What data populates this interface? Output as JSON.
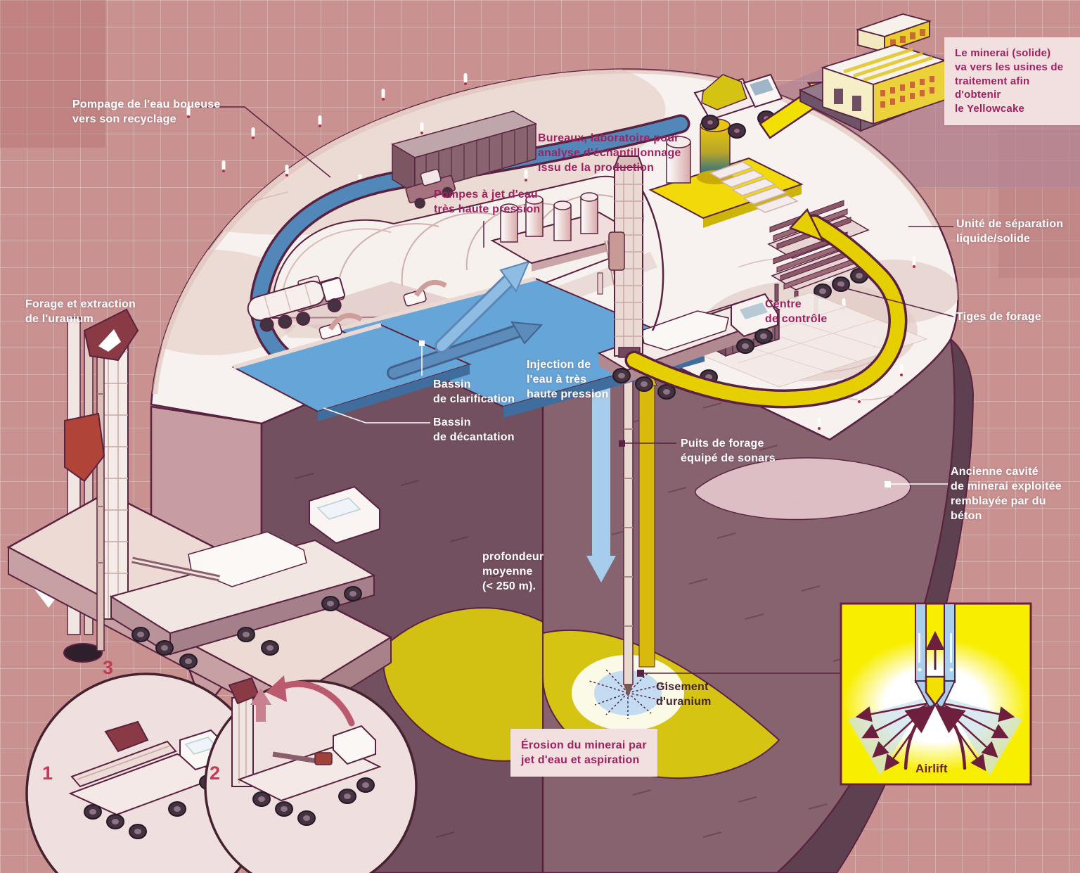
{
  "labels": {
    "pompage": "Pompage de l'eau boueuse\nvers son recyclage",
    "bureaux": "Bureaux, laboratoire pour\nanalyse d'échantillonnage\nissu de la production",
    "pompes": "Pompes à jet d'eau\ntrès haute pression",
    "forage": "Forage et extraction\nde l'uranium",
    "mineral": "Le minerai (solide)\nva vers les usines de\ntraitement afin d'obtenir\nle Yellowcake",
    "unite": "Unité de séparation\nliquide/solide",
    "tiges": "Tiges de forage",
    "centre": "Centre\nde contrôle",
    "injection": "Injection de\nl'eau à très\nhaute pression",
    "bassin_clarification": "Bassin\nde clarification",
    "bassin_decantation": "Bassin\nde décantation",
    "puits": "Puits de forage\néquipé de sonars",
    "ancienne": "Ancienne cavité\nde minerai exploitée\nremblayée par du béton",
    "profondeur": "profondeur\nmoyenne\n(< 250 m).",
    "gisement": "Gisement\nd'uranium",
    "erosion": "Érosion du minerai par\njet d'eau et aspiration",
    "airlift": "Airlift",
    "step1": "1",
    "step2": "2",
    "step3": "3"
  },
  "colors": {
    "background": "#c99190",
    "outline": "#5a2240",
    "magenta_text": "#9e2260",
    "label_box": "#f2dfdf",
    "yellow_path": "#e6cf00",
    "uranium_deposit": "#d6c412",
    "basin_water": "#67a6d8",
    "channel_blue": "#5187b9",
    "light_blue_arrow": "#a8cfec",
    "surface": "#f7f2f0",
    "cut_face_left": "#73505f",
    "cut_face_right": "#87636f",
    "airlift_box": "#f8ee00"
  }
}
